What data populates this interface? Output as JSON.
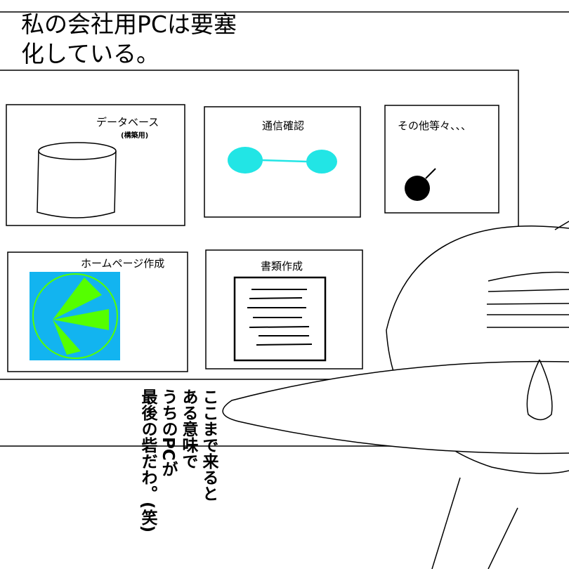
{
  "title": "私の会社用PCは要塞\n化している。",
  "panels": {
    "database": {
      "label": "データベース",
      "sub": "(構築用)"
    },
    "network": {
      "label": "通信確認"
    },
    "others": {
      "label": "その他等々、、、"
    },
    "homepage": {
      "label": "ホームページ作成"
    },
    "documents": {
      "label": "書類作成"
    }
  },
  "speech": [
    "ここまで来ると",
    "ある意味で",
    "うちのPCが",
    "最後の砦だわ。(笑)"
  ],
  "colors": {
    "cyan": "#22e5e5",
    "sky": "#12b4f0",
    "green": "#55ff00"
  }
}
